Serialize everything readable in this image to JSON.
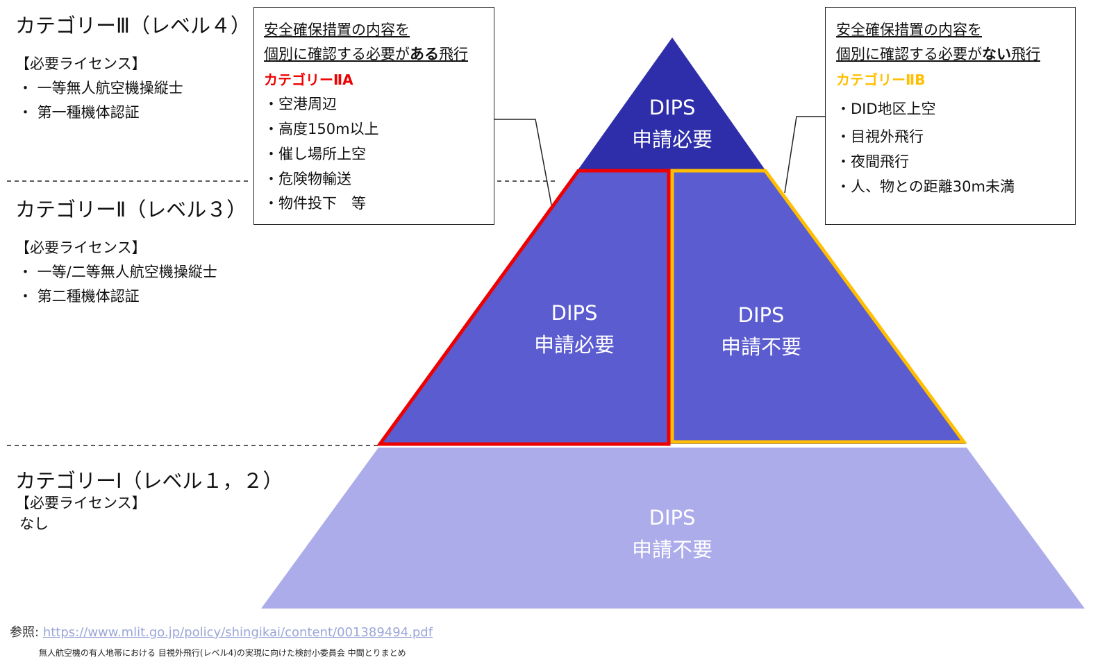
{
  "categories": {
    "cat3": {
      "title": "カテゴリーⅢ（レベル４）",
      "license_heading": "【必要ライセンス】",
      "licenses": [
        "・ 一等無人航空機操縦士",
        "・ 第一種機体認証"
      ]
    },
    "cat2": {
      "title": "カテゴリーⅡ（レベル３）",
      "license_heading": "【必要ライセンス】",
      "licenses": [
        "・ 一等/二等無人航空機操縦士",
        "・ 第二種機体認証"
      ]
    },
    "cat1": {
      "title": "カテゴリーⅠ（レベル１，２）",
      "license_heading": "【必要ライセンス】",
      "licenses": [
        "なし"
      ]
    }
  },
  "box_a": {
    "line1": "安全確保措置の内容を",
    "line2_pre": "個別に確認する必要が",
    "line2_bold": "ある",
    "line2_post": "飛行",
    "subtitle": "カテゴリーⅡA",
    "items": [
      "・空港周辺",
      "・高度150m以上",
      "・催し場所上空",
      "・危険物輸送",
      "・物件投下　等"
    ]
  },
  "box_b": {
    "line1": "安全確保措置の内容を",
    "line2_pre": "個別に確認する必要が",
    "line2_bold": "ない",
    "line2_post": "飛行",
    "subtitle": "カテゴリーⅡB",
    "items": [
      "・DID地区上空",
      "・目視外飛行",
      "・夜間飛行",
      "・人、物との距離30m未満"
    ]
  },
  "pyramid": {
    "top": {
      "line1": "DIPS",
      "line2": "申請必要"
    },
    "mid_left": {
      "line1": "DIPS",
      "line2": "申請必要"
    },
    "mid_right": {
      "line1": "DIPS",
      "line2": "申請不要"
    },
    "bottom": {
      "line1": "DIPS",
      "line2": "申請不要"
    }
  },
  "colors": {
    "top": "#2e2eaa",
    "middle": "#5b5ccf",
    "bottom": "#acacea",
    "cat_a_border": "#ee0000",
    "cat_b_border": "#ffbf00"
  },
  "reference": {
    "label": "参照:",
    "url": "https://www.mlit.go.jp/policy/shingikai/content/001389494.pdf",
    "note": "無人航空機の有人地帯における 目視外飛行(レベル4)の実現に向けた検討小委員会 中間とりまとめ"
  }
}
